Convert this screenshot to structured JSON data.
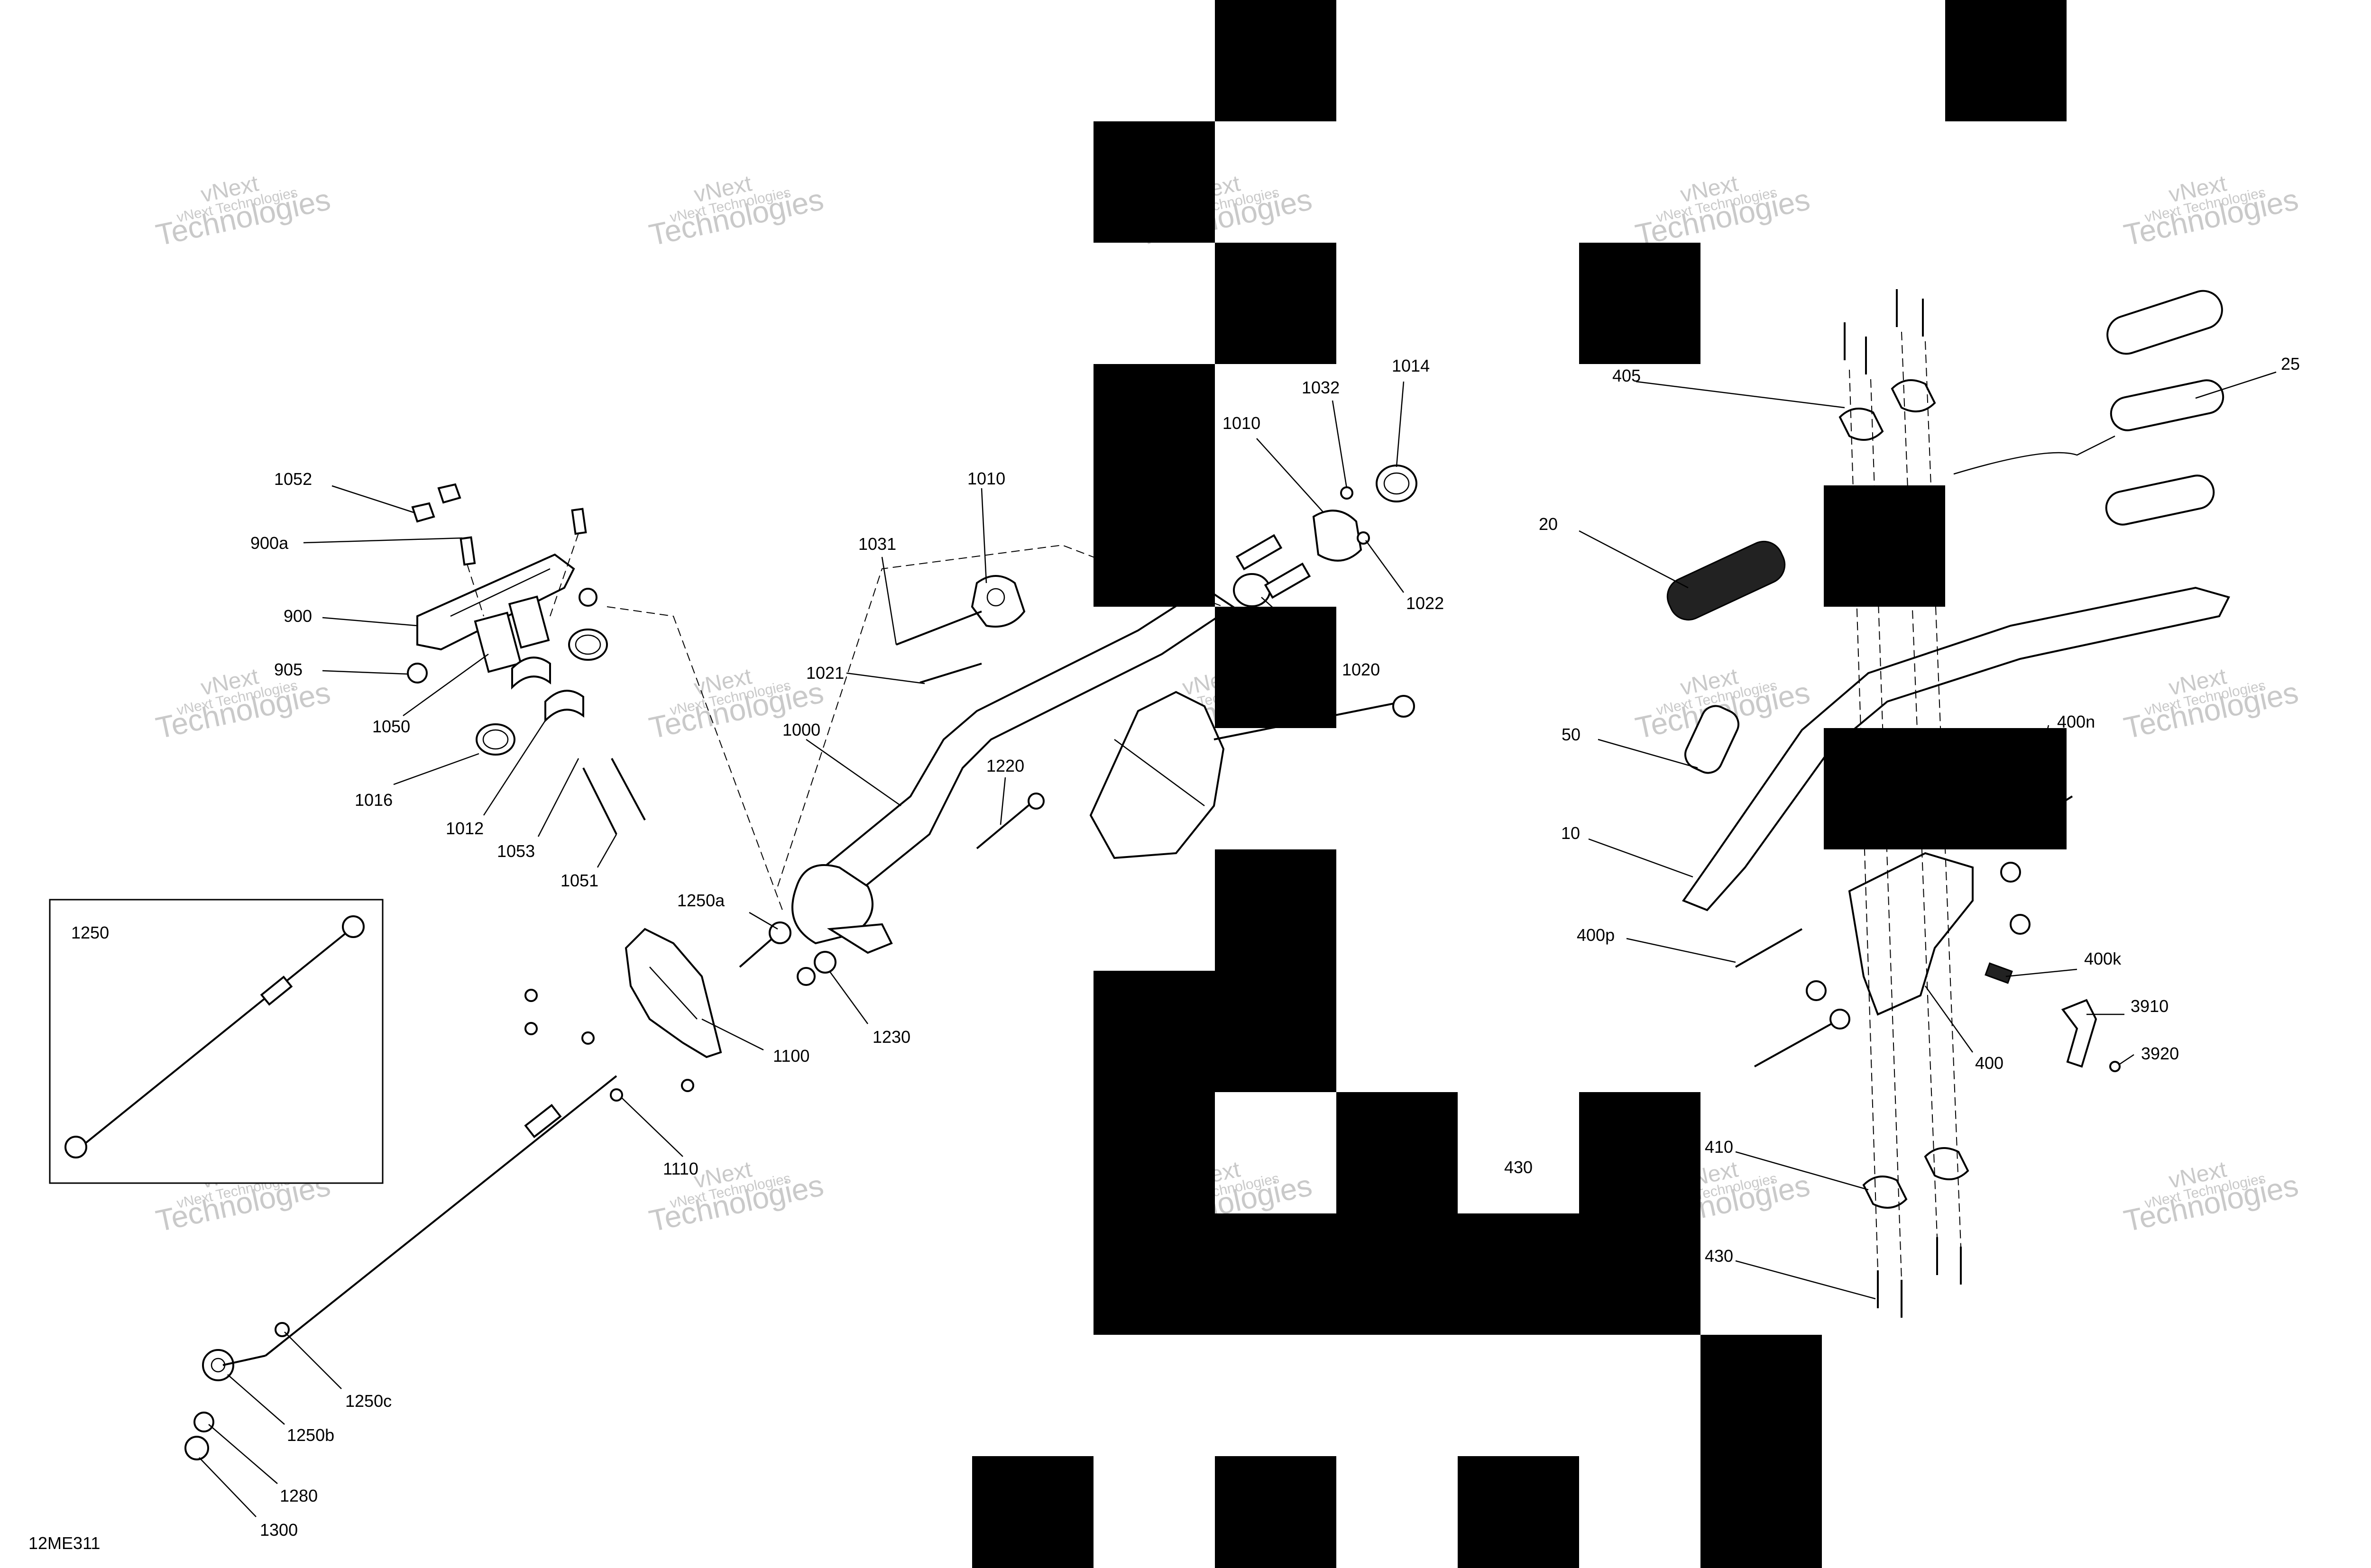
{
  "diagram": {
    "figure_id": "12ME311",
    "watermark": {
      "line1": "vNext",
      "line2": "Technologies",
      "tagline": "vNext Technologies"
    },
    "inset_label": "1250",
    "callouts": {
      "c1052": "1052",
      "c900a": "900a",
      "c900": "900",
      "c905": "905",
      "c1050": "1050",
      "c1016": "1016",
      "c1012": "1012",
      "c1053": "1053",
      "c1051": "1051",
      "c1010a": "1010",
      "c1031": "1031",
      "c1021": "1021",
      "c1000": "1000",
      "c1220": "1220",
      "c1250a": "1250a",
      "c1230": "1230",
      "c1100": "1100",
      "c1110": "1110",
      "c1250c": "1250c",
      "c1250b": "1250b",
      "c1280": "1280",
      "c1300": "1300",
      "c1010b": "1010",
      "c1032": "1032",
      "c1014": "1014",
      "c1022": "1022",
      "c1020": "1020",
      "c405": "405",
      "c20": "20",
      "c25": "25",
      "c50": "50",
      "c10": "10",
      "c400n": "400n",
      "c400p": "400p",
      "c400k": "400k",
      "c3910": "3910",
      "c3920": "3920",
      "c400": "400",
      "c410": "410",
      "c430a": "430",
      "c430b": "430"
    },
    "colors": {
      "line": "#000000",
      "background": "#ffffff",
      "watermark": "#c9c9c9"
    }
  }
}
